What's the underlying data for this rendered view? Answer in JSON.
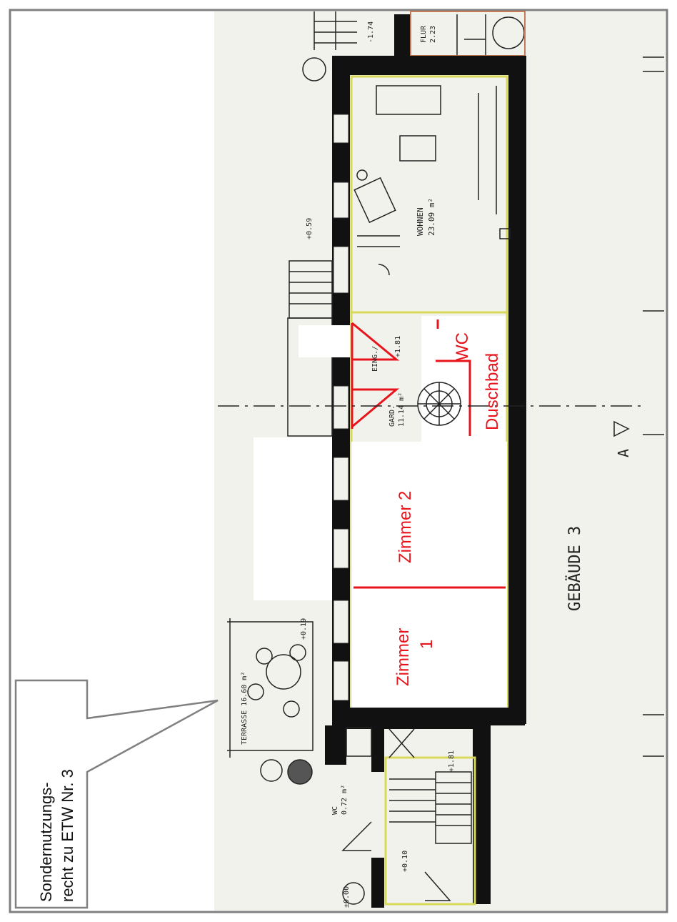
{
  "callout": {
    "line1": "Sondernutzungs-",
    "line2": "recht zu ETW Nr. 3"
  },
  "rooms": {
    "zimmer1": {
      "line1": "Zimmer",
      "line2": "1"
    },
    "zimmer2": "Zimmer 2",
    "wc_red": "WC",
    "duschbad": "Duschbad",
    "wohnen": {
      "name": "WOHNEN",
      "area": "23.09 m²"
    },
    "eingang": {
      "name": "EING./",
      "name2": "GARD.",
      "area": "11.14 m²"
    },
    "terrasse": "TERRASSE 16.60 m²",
    "wc_small": {
      "name": "WC",
      "area": "0.72 m²"
    },
    "flur": {
      "name": "FLUR",
      "area": "2.23"
    }
  },
  "building_label": "GEBÄUDE 3",
  "section_marker": "A",
  "levels": {
    "top": "-1.74",
    "wohnen": "+0.59",
    "eingang": "+1.81",
    "terrasse": "+0.19",
    "stair": "+1.81",
    "hall": "+0.10",
    "entry": "±0.00"
  },
  "colors": {
    "markup_red": "#e8141b",
    "wall": "#111111",
    "paper": "#f2f2ed",
    "highlight_yellow": "#d8d85a",
    "frame": "#808080"
  }
}
